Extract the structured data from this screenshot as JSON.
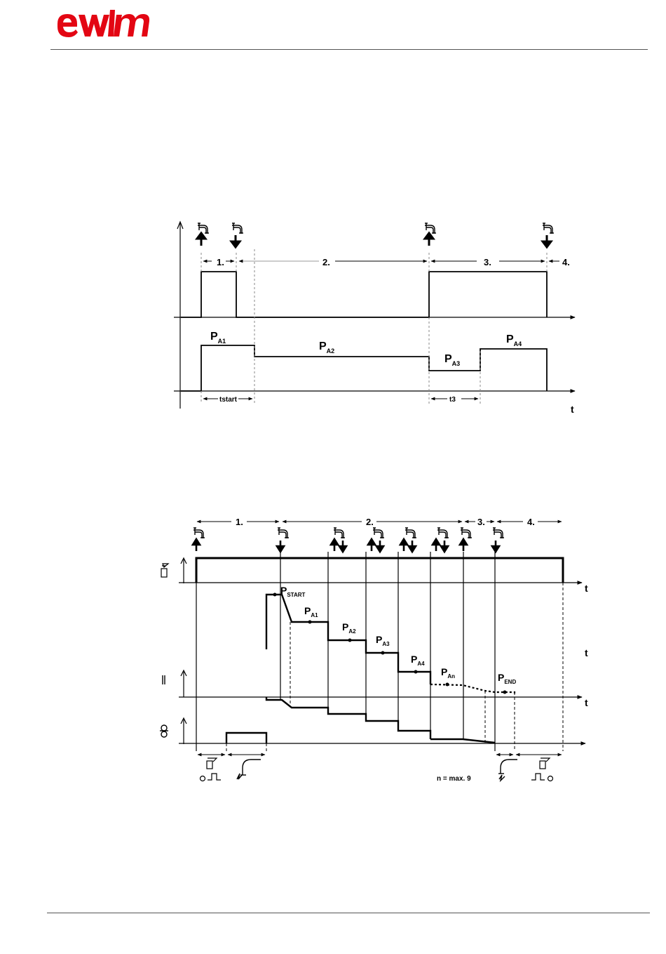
{
  "logo": {
    "text": "ewm"
  },
  "diagram1": {
    "phases": [
      "1.",
      "2.",
      "3.",
      "4."
    ],
    "params": [
      {
        "main": "P",
        "sub": "A1"
      },
      {
        "main": "P",
        "sub": "A2"
      },
      {
        "main": "P",
        "sub": "A3"
      },
      {
        "main": "P",
        "sub": "A4"
      }
    ],
    "tstart": "tstart",
    "t3": "t3",
    "t_axis": "t"
  },
  "diagram2": {
    "phases": [
      "1.",
      "2.",
      "3.",
      "4."
    ],
    "params": [
      {
        "main": "P",
        "sub": "START"
      },
      {
        "main": "P",
        "sub": "A1"
      },
      {
        "main": "P",
        "sub": "A2"
      },
      {
        "main": "P",
        "sub": "A3"
      },
      {
        "main": "P",
        "sub": "A4"
      },
      {
        "main": "P",
        "sub": "An"
      },
      {
        "main": "P",
        "sub": "END"
      }
    ],
    "t_axes": [
      "t",
      "t",
      "t"
    ],
    "note": "n = max. 9",
    "icons": [
      "gas-valve-icon",
      "current-icon",
      "wire-feed-icon",
      "torch-icon",
      "arc-ignition-icon",
      "gas-preflow-icon",
      "gas-postflow-icon"
    ]
  }
}
